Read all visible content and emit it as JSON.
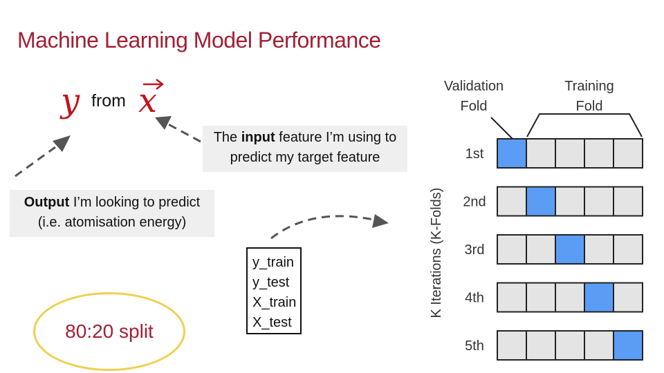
{
  "slide": {
    "title": "Machine Learning Model Performance"
  },
  "formula": {
    "output_var": "y",
    "connector": "from",
    "input_var": "x"
  },
  "input_note": {
    "line1_prefix": "The ",
    "line1_bold": "input",
    "line1_suffix": " feature I’m using to",
    "line2": "predict my target feature"
  },
  "output_note": {
    "line1_bold": "Output",
    "line1_suffix": " I’m looking to predict",
    "line2": "(i.e. atomisation energy)"
  },
  "split_variables": [
    "y_train",
    "y_test",
    "X_train",
    "X_test"
  ],
  "split_label": "80:20 split",
  "kfold": {
    "validation_label": [
      "Validation",
      "Fold"
    ],
    "training_label": [
      "Training",
      "Fold"
    ],
    "axis_label": "K Iterations (K-Folds)",
    "iterations": [
      {
        "label": "1st",
        "validation_index": 0
      },
      {
        "label": "2nd",
        "validation_index": 1
      },
      {
        "label": "3rd",
        "validation_index": 2
      },
      {
        "label": "4th",
        "validation_index": 3
      },
      {
        "label": "5th",
        "validation_index": 4
      }
    ],
    "folds_per_row": 5,
    "colors": {
      "validation": "#5b9df5",
      "training": "#e4e4e4",
      "border": "#222222"
    }
  },
  "colors": {
    "title": "#a31f34",
    "variable": "#c0141c",
    "note_bg": "#efefef",
    "ellipse": "#f0cf4f",
    "arrow": "#555555"
  }
}
